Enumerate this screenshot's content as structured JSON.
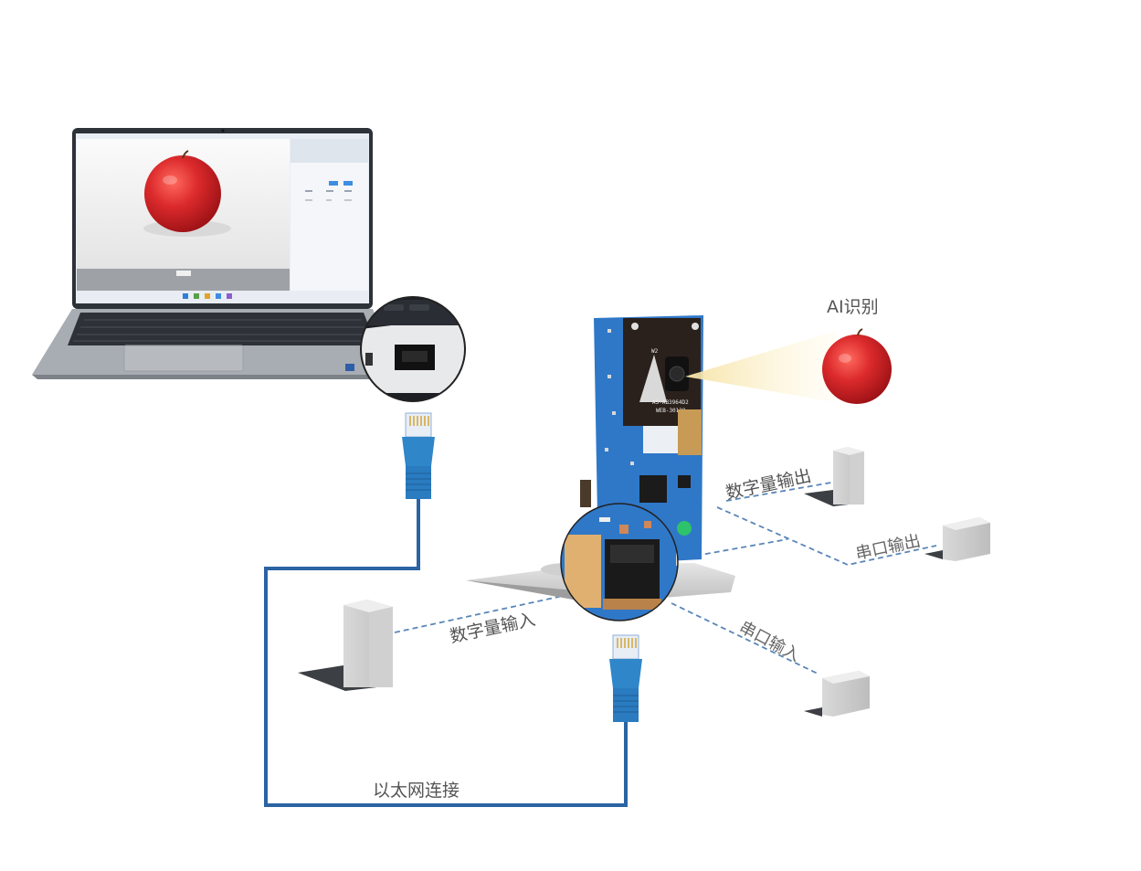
{
  "labels": {
    "ai_recognition": "AI识别",
    "digital_output": "数字量输出",
    "serial_output": "串口输出",
    "digital_input": "数字量输入",
    "serial_input": "串口输入",
    "ethernet": "以太网连接"
  },
  "laptop_screen": {
    "sidebar_buttons": [
      "...",
      "..."
    ]
  },
  "pcb": {
    "module_code_1": "AS-AB3964D2",
    "module_code_2": "WEB-30130",
    "marking": "W2"
  },
  "colors": {
    "cable": "#2b63a3",
    "dashed": "#5a86b8",
    "pcb": "#2f78c8",
    "apple": "#d8262b",
    "device_gray": "#c7c7c7",
    "light_beam": "#f7d98b"
  }
}
